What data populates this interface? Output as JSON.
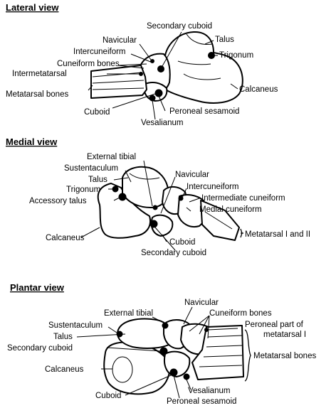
{
  "lateral": {
    "title": "Lateral view",
    "labels": {
      "secondary_cuboid": "Secondary cuboid",
      "navicular": "Navicular",
      "talus": "Talus",
      "intercuneiform": "Intercuneiform",
      "trigonum": "Trigonum",
      "cuneiform_bones": "Cuneiform bones",
      "intermetatarsal": "Intermetatarsal",
      "metatarsal_bones": "Metatarsal bones",
      "calcaneus": "Calcaneus",
      "cuboid": "Cuboid",
      "peroneal_sesamoid": "Peroneal sesamoid",
      "vesalianum": "Vesalianum"
    }
  },
  "medial": {
    "title": "Medial view",
    "labels": {
      "external_tibial": "External tibial",
      "sustentaculum": "Sustentaculum",
      "talus": "Talus",
      "navicular": "Navicular",
      "trigonum": "Trigonum",
      "intercuneiform": "Intercuneiform",
      "accessory_talus": "Accessory talus",
      "intermediate_cuneiform": "Intermediate cuneiform",
      "medial_cuneiform": "Medial cuneiform",
      "metatarsal_i_ii": "Metatarsal I and II",
      "calcaneus": "Calcaneus",
      "cuboid": "Cuboid",
      "secondary_cuboid": "Secondary cuboid"
    }
  },
  "plantar": {
    "title": "Plantar view",
    "labels": {
      "navicular": "Navicular",
      "external_tibial": "External tibial",
      "cuneiform_bones": "Cuneiform bones",
      "sustentaculum": "Sustentaculum",
      "peroneal_part_line1": "Peroneal part of",
      "peroneal_part_line2": "metatarsal I",
      "talus": "Talus",
      "secondary_cuboid": "Secondary cuboid",
      "metatarsal_bones": "Metatarsal bones",
      "calcaneus": "Calcaneus",
      "cuboid": "Cuboid",
      "vesalianum": "Vesalianum",
      "peroneal_sesamoid": "Peroneal sesamoid"
    }
  }
}
